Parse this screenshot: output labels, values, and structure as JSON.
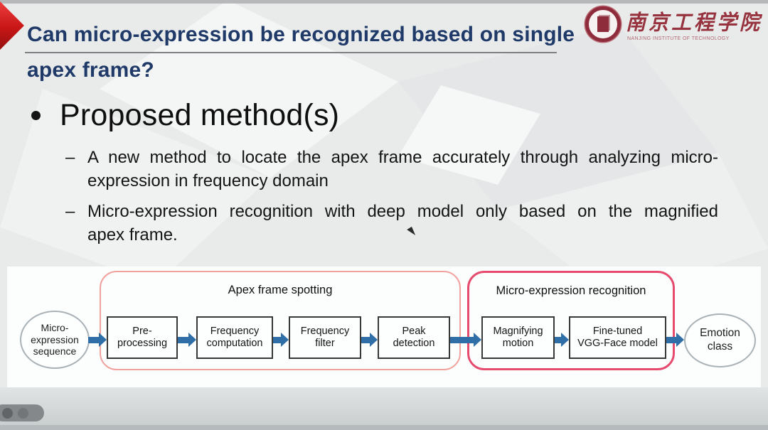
{
  "title": {
    "line1": "Can micro-expression be recognized based on single",
    "line2": "apex frame?"
  },
  "logo": {
    "chinese": "南京工程学院",
    "english": "NANJING INSTITUTE OF TECHNOLOGY"
  },
  "content": {
    "bullet_char": "",
    "heading": "Proposed method(s)",
    "dash_char": "–",
    "items": [
      {
        "line1": "A new method to locate the apex frame accurately through analyzing micro-",
        "line2": "expression in frequency domain"
      },
      {
        "line1": "Micro-expression recognition with deep model only based on the magnified",
        "line2": "apex frame."
      }
    ]
  },
  "diagram": {
    "input_node": "Micro-\nexpression\nsequence",
    "output_node": "Emotion\nclass",
    "groups": [
      {
        "label": "Apex frame spotting",
        "boxes": [
          "Pre-\nprocessing",
          "Frequency\ncomputation",
          "Frequency\nfilter",
          "Peak\ndetection"
        ]
      },
      {
        "label": "Micro-expression recognition",
        "boxes": [
          "Magnifying\nmotion",
          "Fine-tuned\nVGG-Face model"
        ]
      }
    ]
  },
  "colors": {
    "title_navy": "#1f3a68",
    "accent_diamond_red": "#c81616",
    "logo_red": "#97333f",
    "arrow_blue": "#2f6ea7",
    "group1_border": "#f0a39e",
    "group2_border": "#e64b6e",
    "box_border": "#383838",
    "body_text": "#141414"
  }
}
